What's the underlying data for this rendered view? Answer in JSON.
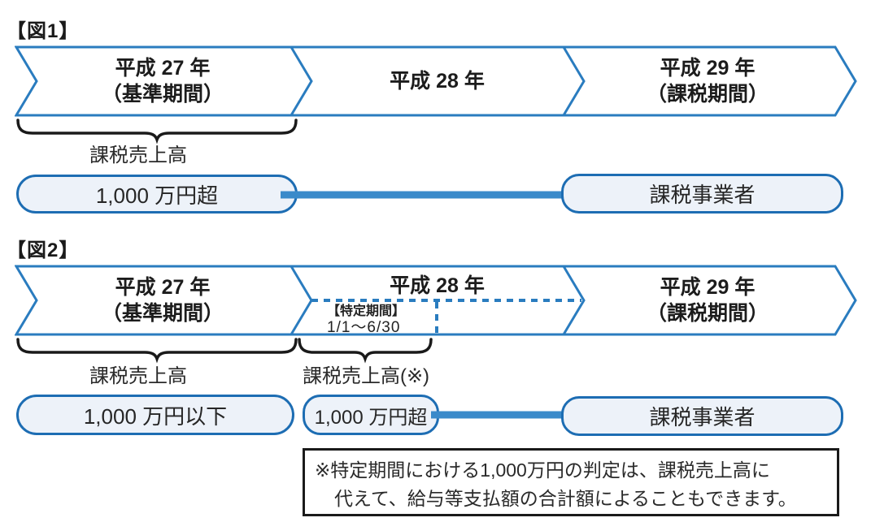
{
  "figure1": {
    "label": "【図1】",
    "segments": [
      {
        "line1": "平成 27 年",
        "line2": "（基準期間）"
      },
      {
        "line1": "平成 28 年",
        "line2": ""
      },
      {
        "line1": "平成 29 年",
        "line2": "（課税期間）"
      }
    ],
    "brace_label": "課税売上高",
    "amount_box": "1,000 万円超",
    "result_box": "課税事業者"
  },
  "figure2": {
    "label": "【図2】",
    "segments": [
      {
        "line1": "平成 27 年",
        "line2": "（基準期間）"
      },
      {
        "line1": "平成 28 年",
        "line2": ""
      },
      {
        "line1": "平成 29 年",
        "line2": "（課税期間）"
      }
    ],
    "special_period": {
      "title": "【特定期間】",
      "range": "1/1～6/30"
    },
    "brace_label_left": "課税売上高",
    "brace_label_right": "課税売上高(※)",
    "amount_box_left": "1,000 万円以下",
    "amount_box_right": "1,000 万円超",
    "result_box": "課税事業者"
  },
  "note": {
    "line1": "※特定期間における1,000万円の判定は、課税売上高に",
    "line2": "代えて、給与等支払額の合計額によることもできます。"
  },
  "colors": {
    "band_border": "#2a7cbf",
    "box_border": "#1d6db3",
    "box_fill": "#edf2f9",
    "arrow": "#3a8aca",
    "dashed": "#2a7cbf",
    "text": "#1f1f1f"
  }
}
